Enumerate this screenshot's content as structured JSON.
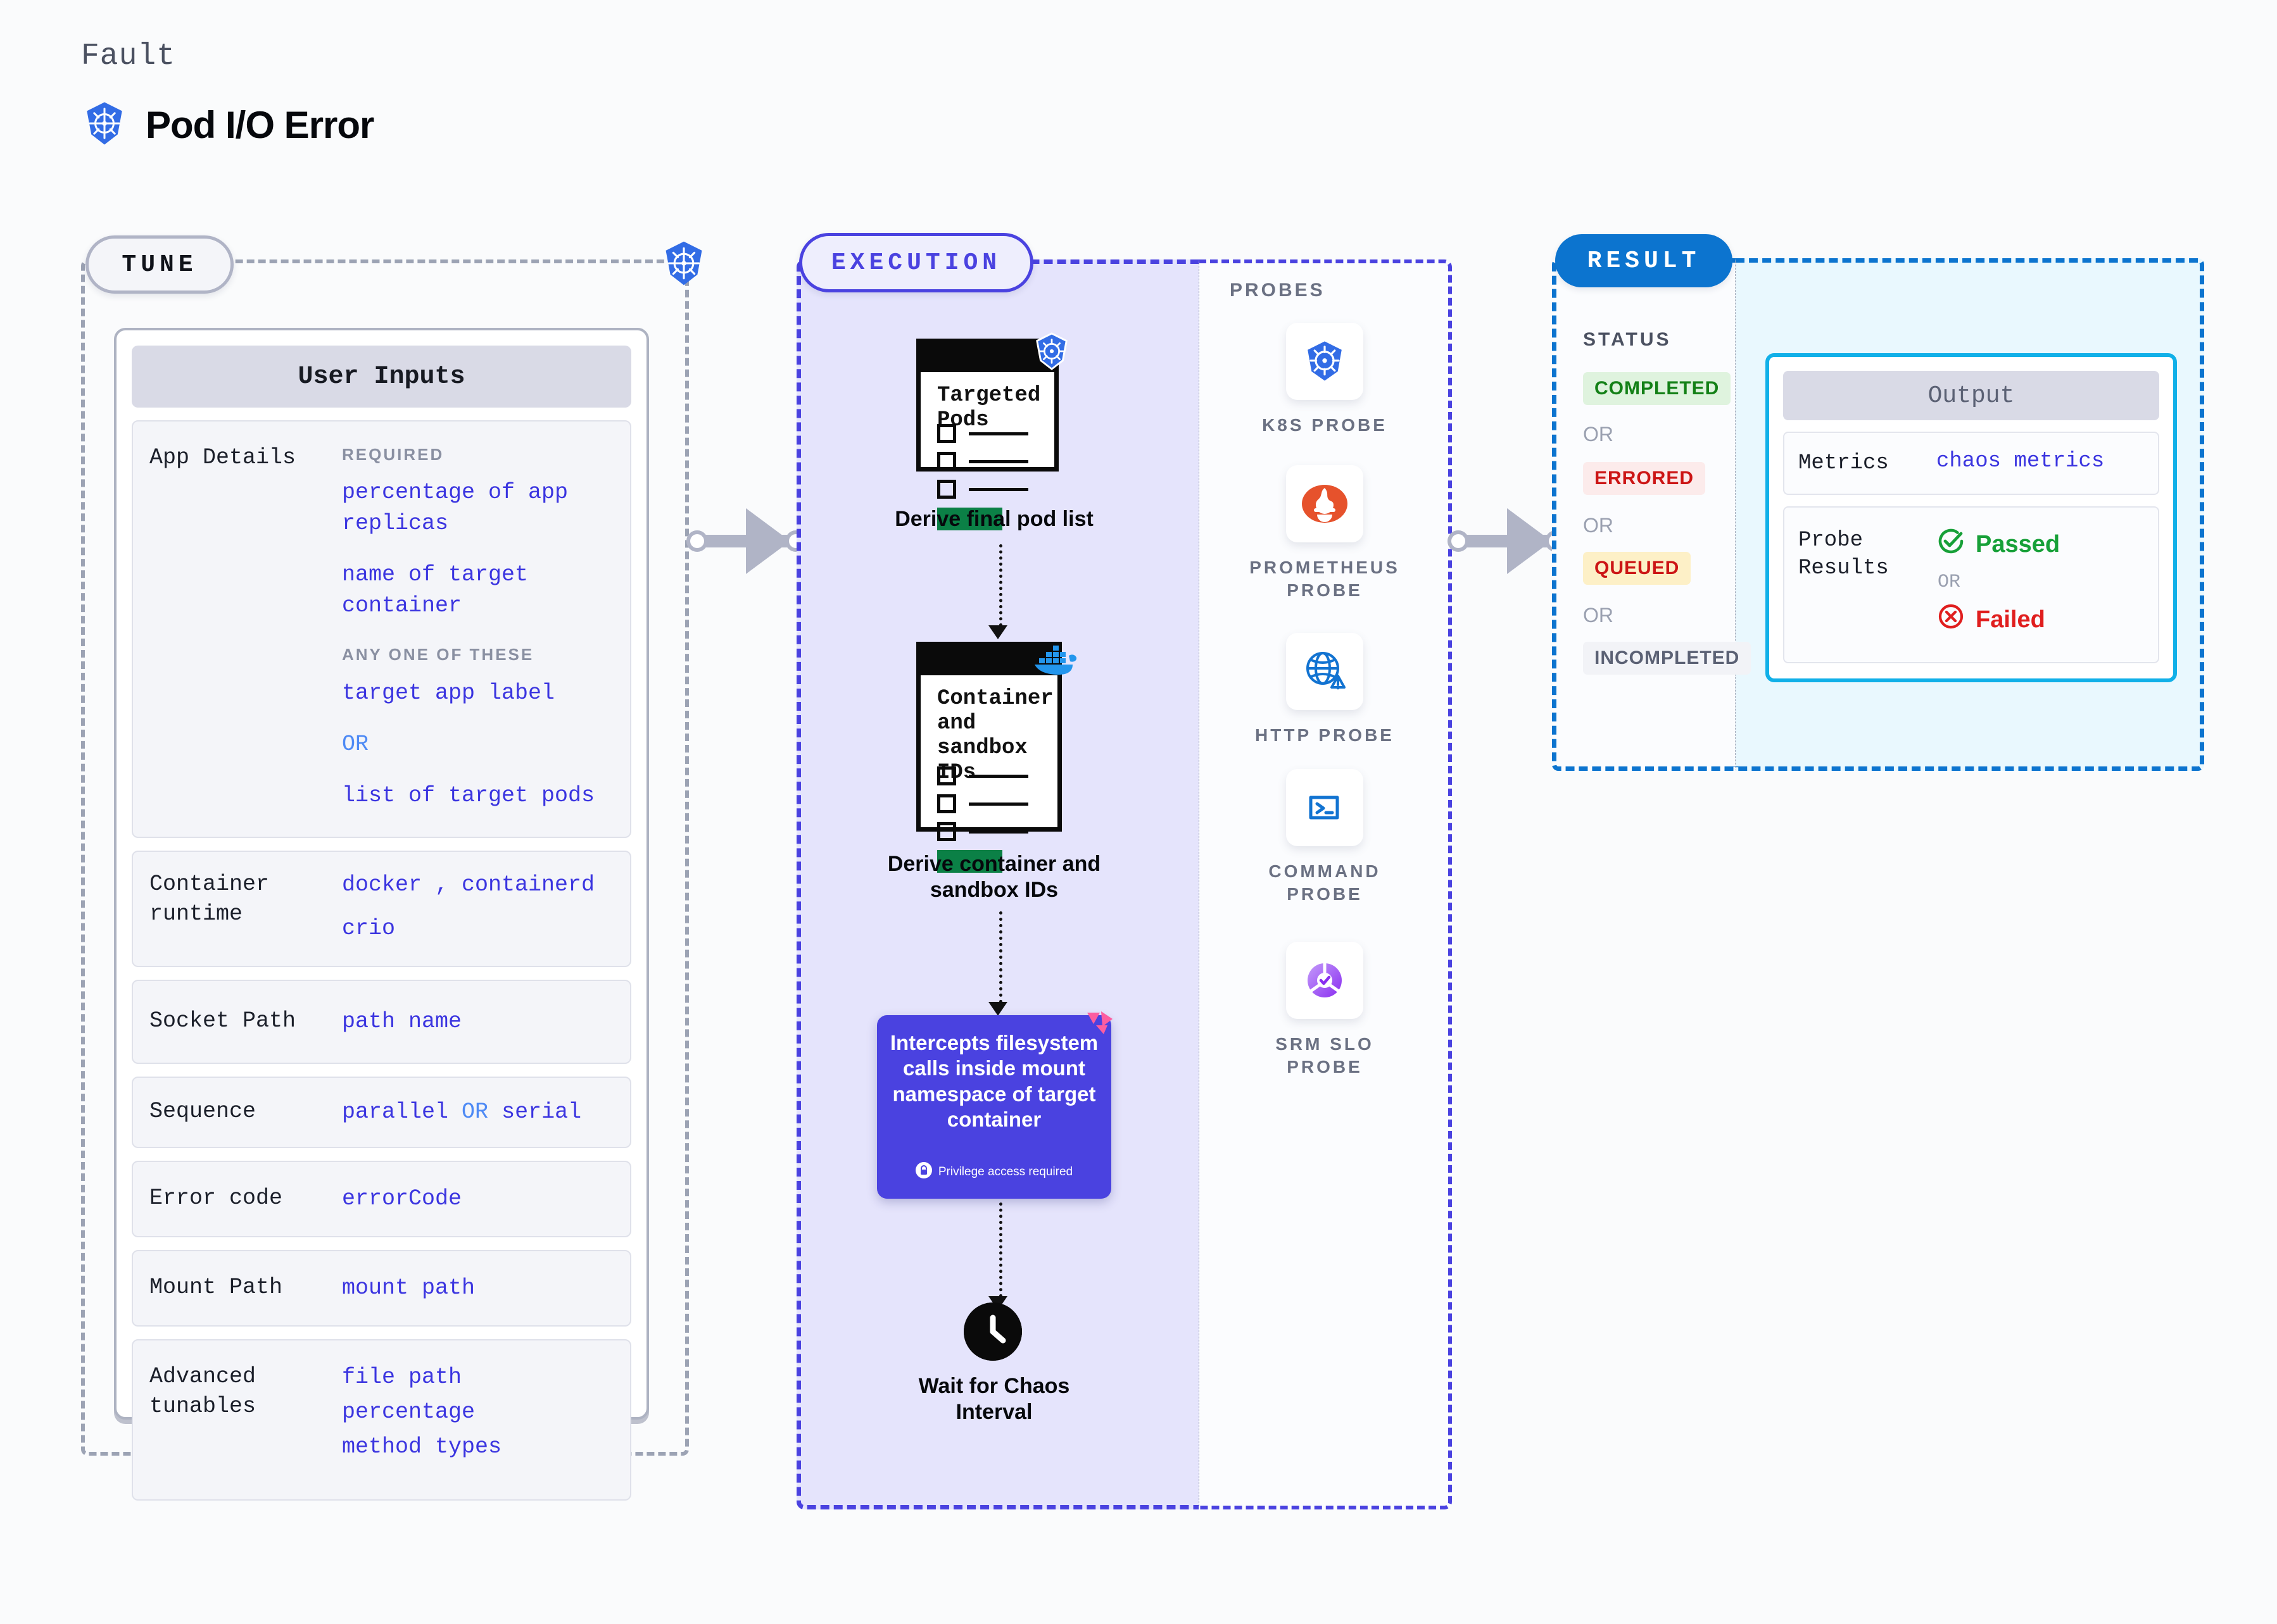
{
  "header": {
    "kicker": "Fault",
    "title": "Pod I/O Error",
    "icon": "kubernetes-icon"
  },
  "tune": {
    "badge": "TUNE",
    "card_title": "User Inputs",
    "rows": [
      {
        "key": "App Details",
        "required_label": "REQUIRED",
        "required_values": [
          "percentage of app replicas",
          "name of target container"
        ],
        "anyone_label": "ANY ONE OF THESE",
        "anyone_values": [
          "target app label",
          "list of target pods"
        ],
        "or": "OR"
      },
      {
        "key": "Container runtime",
        "values": [
          "docker , containerd",
          "crio"
        ]
      },
      {
        "key": "Socket Path",
        "values": [
          "path name"
        ]
      },
      {
        "key": "Sequence",
        "value_left": "parallel",
        "or": "OR",
        "value_right": "serial"
      },
      {
        "key": "Error code",
        "values": [
          "errorCode"
        ]
      },
      {
        "key": "Mount Path",
        "values": [
          "mount path"
        ]
      },
      {
        "key": "Advanced tunables",
        "values": [
          "file path",
          "percentage",
          "method types"
        ]
      }
    ]
  },
  "execution": {
    "badge": "EXECUTION",
    "steps": [
      {
        "card_title": "Targeted Pods",
        "icon": "kubernetes-icon",
        "caption": "Derive final pod list"
      },
      {
        "card_title": "Container and sandbox IDs",
        "icon": "docker-icon",
        "caption": "Derive container and sandbox IDs"
      }
    ],
    "intercept": {
      "text": "Intercepts filesystem calls inside mount namespace of target container",
      "note": "Privilege access required",
      "note_icon": "lock-icon",
      "corner_icon": "chaos-icon"
    },
    "wait": {
      "icon": "clock-icon",
      "caption": "Wait for Chaos Interval"
    }
  },
  "probes": {
    "title": "PROBES",
    "items": [
      {
        "label": "K8S PROBE",
        "icon": "kubernetes-icon"
      },
      {
        "label": "PROMETHEUS PROBE",
        "icon": "prometheus-icon"
      },
      {
        "label": "HTTP PROBE",
        "icon": "globe-warning-icon"
      },
      {
        "label": "COMMAND PROBE",
        "icon": "terminal-icon"
      },
      {
        "label": "SRM SLO PROBE",
        "icon": "slo-check-icon"
      }
    ]
  },
  "result": {
    "badge": "RESULT",
    "status_title": "STATUS",
    "or": "OR",
    "statuses": [
      {
        "label": "COMPLETED",
        "bg": "#dff3de",
        "fg": "#138016"
      },
      {
        "label": "ERRORED",
        "bg": "#fcebeb",
        "fg": "#cc1515"
      },
      {
        "label": "QUEUED",
        "bg": "#fdf0c7",
        "fg": "#cc1515"
      },
      {
        "label": "INCOMPLETED",
        "bg": "#f2f3f7",
        "fg": "#5b6174"
      }
    ],
    "output": {
      "title": "Output",
      "metrics_key": "Metrics",
      "metrics_value": "chaos metrics",
      "probe_results_key": "Probe Results",
      "passed": "Passed",
      "failed": "Failed",
      "or": "OR",
      "passed_icon": "check-circle-icon",
      "failed_icon": "x-circle-icon"
    }
  },
  "colors": {
    "accent_purple": "#4a42e0",
    "accent_blue": "#0c74cf",
    "accent_cyan": "#11b0e8",
    "k8s_blue": "#326ce5",
    "docker_blue": "#2396ed",
    "green": "#17a038",
    "red": "#e01e1e"
  }
}
